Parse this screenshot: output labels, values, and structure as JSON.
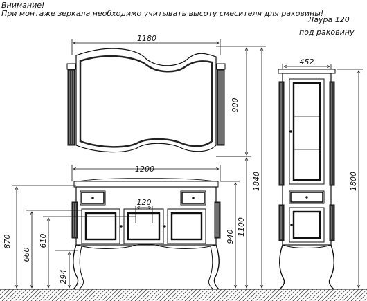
{
  "notes": {
    "warning_line1": "Внимание!",
    "warning_line2": "При монтаже зеркала необходимо учитывать высоту смесителя для раковины!",
    "model_line1": "Лаура  120",
    "model_line2": "под раковину"
  },
  "dimensions": {
    "mirror_width": "1180",
    "mirror_height": "900",
    "vanity_width": "1200",
    "mixer_hole_spacing": "120",
    "total_height_1840": "1840",
    "height_1100": "1100",
    "height_940": "940",
    "height_870": "870",
    "height_660": "660",
    "height_610": "610",
    "height_294": "294",
    "cabinet_width": "452",
    "cabinet_height": "1800"
  }
}
